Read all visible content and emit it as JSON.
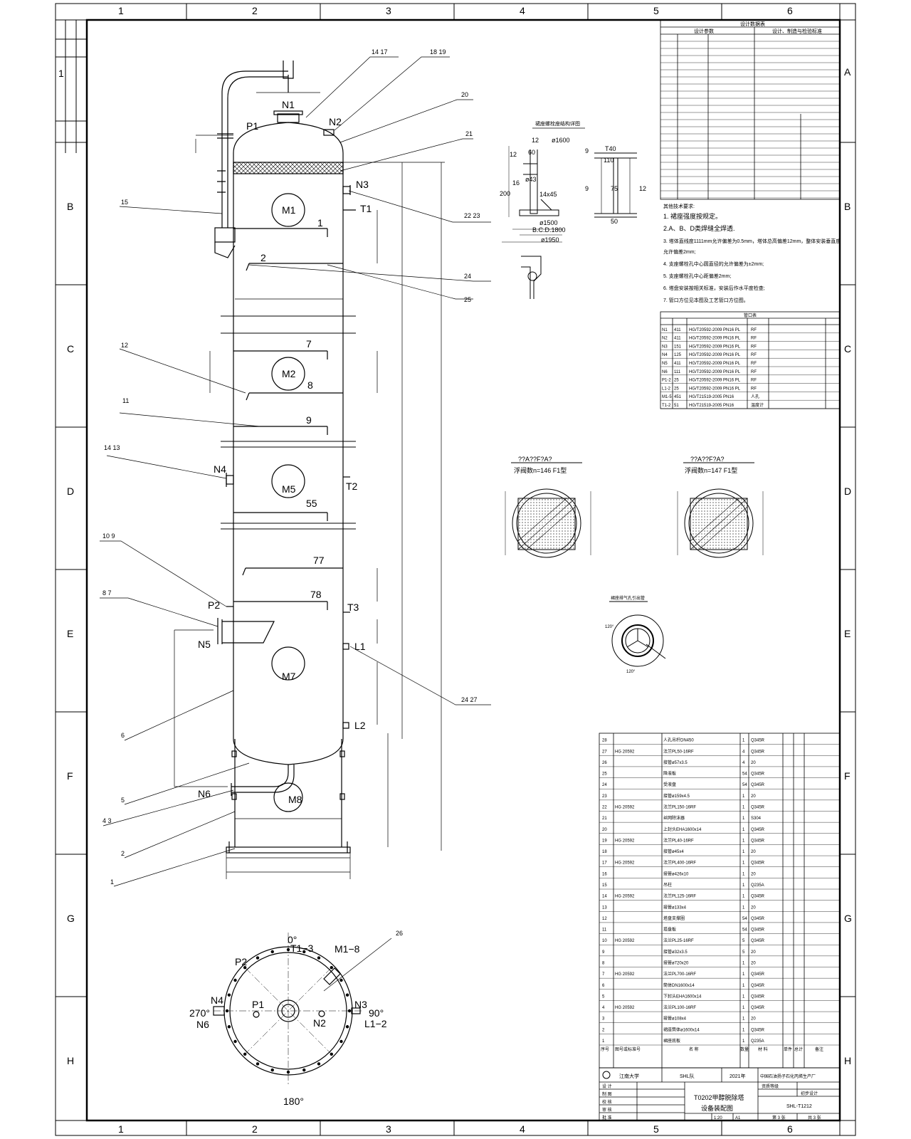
{
  "grid": {
    "cols": [
      "1",
      "2",
      "3",
      "4",
      "5",
      "6"
    ],
    "rows": [
      "A",
      "B",
      "C",
      "D",
      "E",
      "F",
      "G",
      "H"
    ]
  },
  "left_strip": {
    "num": "1"
  },
  "column": {
    "nozzles": {
      "N1": "N1",
      "N2": "N2",
      "N3": "N3",
      "N4": "N4",
      "N5": "N5",
      "N6": "N6",
      "P1": "P1",
      "P2": "P2",
      "T1": "T1",
      "T2": "T2",
      "T3": "T3",
      "L1": "L1",
      "L2": "L2"
    },
    "manholes": {
      "M1": "M1",
      "M2": "M2",
      "M5": "M5",
      "M7": "M7",
      "M8": "M8"
    },
    "trays": {
      "t1": "1",
      "t2": "2",
      "t7": "7",
      "t8": "8",
      "t9": "9",
      "t55": "55",
      "t77": "77",
      "t78": "78"
    },
    "leaders": {
      "l14_17": "14   17",
      "l18_19": "18   19",
      "l20": "20",
      "l21": "21",
      "l22_23": "22   23",
      "l15": "15",
      "l24": "24",
      "l25": "25",
      "l12": "12",
      "l11": "11",
      "l14_13": "14   13",
      "l10_9": "10   9",
      "l8_7": "8   7",
      "l24_27": "24   27",
      "l6": "6",
      "l5": "5",
      "l4_3": "4   3",
      "l2": "2",
      "l1": "1"
    }
  },
  "plan": {
    "angles": {
      "a0": "0°",
      "a90": "90°",
      "a180": "180°",
      "a270": "270°"
    },
    "labels": {
      "T1_3": "T1−3",
      "M1_8": "M1−8",
      "P2": "P2",
      "N4": "N4",
      "N6": "N6",
      "P1": "P1",
      "N2": "N2",
      "N3": "N3",
      "L1_2": "L1−2",
      "num26": "26"
    }
  },
  "tray_views": {
    "left": {
      "title": "??A??F?A?",
      "sub": "浮阀数n=146 F1型"
    },
    "right": {
      "title": "??A??F?A?",
      "sub": "浮阀数n=147 F1型"
    }
  },
  "skirt_detail": {
    "title": "裙座螺栓座结构详图",
    "dims": [
      "12",
      "ø1600",
      "60",
      "12",
      "200",
      "16",
      "ø43",
      "14x45",
      "ø1500",
      "B.C.D.1800",
      "ø1950",
      "T40",
      "110",
      "75",
      "50",
      "12",
      "9",
      "9"
    ]
  },
  "drain_detail": {
    "title": "裙座排气孔引出管",
    "dims": [
      "120°",
      "120°"
    ]
  },
  "design_data": {
    "title": "设计数据表",
    "col_left": "设计参数",
    "col_right": "设计、制造与检验标准",
    "tech_title": "其他技术要求:",
    "tech_items": [
      "1. 裙座强度按规定。",
      "2.A、B、D类焊缝全焊透.",
      "3. 塔体直线度1111mm允许偏差为0.5mm，塔体总高偏差12mm，整体安装垂直度",
      "允许偏差2mm;",
      "4. 支座螺栓孔中心圆直径的允许偏差为±2mm;",
      "5. 支座螺栓孔中心距偏差2mm;",
      "6. 塔盘安装按相关标准，安装后作水平度检查;",
      "7. 管口方位见本图及工艺管口方位图。"
    ],
    "nozzle_table_title": "管口表",
    "nozzle_rows": [
      [
        "N1",
        "411",
        "HG/T20592-2009 PN16 PL",
        "RF"
      ],
      [
        "N2",
        "411",
        "HG/T20592-2009 PN16 PL",
        "RF"
      ],
      [
        "N3",
        "151",
        "HG/T20592-2009 PN16 PL",
        "RF"
      ],
      [
        "N4",
        "125",
        "HG/T20592-2009 PN16 PL",
        "RF"
      ],
      [
        "N5",
        "411",
        "HG/T20592-2009 PN16 PL",
        "RF"
      ],
      [
        "N6",
        "111",
        "HG/T20592-2009 PN16 PL",
        "RF"
      ],
      [
        "P1-2",
        "25",
        "HG/T20592-2009 PN16 PL",
        "RF"
      ],
      [
        "L1-2",
        "25",
        "HG/T20592-2009 PN16 PL",
        "RF"
      ],
      [
        "M1-5",
        "451",
        "HG/T21519-2005 PN16",
        "人孔"
      ],
      [
        "T1-2",
        "51",
        "HG/T21519-2005 PN16",
        "温度计"
      ]
    ]
  },
  "bom": {
    "rows": [
      [
        "28",
        "",
        "人孔吊杆DN450",
        "1",
        "Q345R"
      ],
      [
        "27",
        "HG 20592",
        "法兰PL50-16RF",
        "4",
        "Q345R"
      ],
      [
        "26",
        "",
        "接管ø57x3.5",
        "4",
        "20"
      ],
      [
        "25",
        "",
        "降液板",
        "54",
        "Q345R"
      ],
      [
        "24",
        "",
        "受液盘",
        "54",
        "Q345R"
      ],
      [
        "23",
        "",
        "接管ø159x4.5",
        "1",
        "20"
      ],
      [
        "22",
        "HG 20592",
        "法兰PL150-16RF",
        "1",
        "Q345R"
      ],
      [
        "21",
        "",
        "丝网除沫器",
        "1",
        "S304"
      ],
      [
        "20",
        "",
        "上封头EHA1600x14",
        "1",
        "Q345R"
      ],
      [
        "19",
        "HG 20592",
        "法兰PL40-16RF",
        "1",
        "Q345R"
      ],
      [
        "18",
        "",
        "接管ø45x4",
        "1",
        "20"
      ],
      [
        "17",
        "HG 20592",
        "法兰PL400-16RF",
        "1",
        "Q345R"
      ],
      [
        "16",
        "",
        "接管ø426x10",
        "1",
        "20"
      ],
      [
        "15",
        "",
        "吊柱",
        "1",
        "Q235A"
      ],
      [
        "14",
        "HG 20592",
        "法兰PL125-16RF",
        "1",
        "Q345R"
      ],
      [
        "13",
        "",
        "接管ø133x4",
        "1",
        "20"
      ],
      [
        "12",
        "",
        "塔盘支撑圈",
        "54",
        "Q345R"
      ],
      [
        "11",
        "",
        "塔盘板",
        "54",
        "Q345R"
      ],
      [
        "10",
        "HG 20592",
        "法兰PL25-16RF",
        "5",
        "Q345R"
      ],
      [
        "9",
        "",
        "接管ø32x3.5",
        "5",
        "20"
      ],
      [
        "8",
        "",
        "接管ø720x20",
        "1",
        "20"
      ],
      [
        "7",
        "HG 20592",
        "法兰PL700-16RF",
        "1",
        "Q345R"
      ],
      [
        "6",
        "",
        "筒体DN1600x14",
        "1",
        "Q345R"
      ],
      [
        "5",
        "",
        "下封头EHA1600x14",
        "1",
        "Q345R"
      ],
      [
        "4",
        "HG 20592",
        "法兰PL100-16RF",
        "1",
        "Q345R"
      ],
      [
        "3",
        "",
        "接管ø108x4",
        "1",
        "20"
      ],
      [
        "2",
        "",
        "裙座筒体ø1600x14",
        "1",
        "Q345R"
      ],
      [
        "1",
        "",
        "裙座底板",
        "1",
        "Q235A"
      ]
    ],
    "header": [
      "序号",
      "图号或标准号",
      "名  称",
      "数量",
      "材  料",
      "单件",
      "总计",
      "备注"
    ]
  },
  "title_block": {
    "school": "江南大学",
    "team": "SHL队",
    "year": "2021年",
    "company": "中国石油扬子石化丙烯生产厂",
    "drawing_title": "T0202甲醇脱除塔",
    "drawing_sub": "设备装配图",
    "drawing_no": "SHL-T1212",
    "scale": "1:20",
    "size": "A1",
    "sheet": "第 3 张",
    "total": "共 3 张",
    "project": "资质等级",
    "stage": "初步设计",
    "roles": [
      "设  计",
      "制  图",
      "校  核",
      "审  核",
      "批  准"
    ]
  }
}
